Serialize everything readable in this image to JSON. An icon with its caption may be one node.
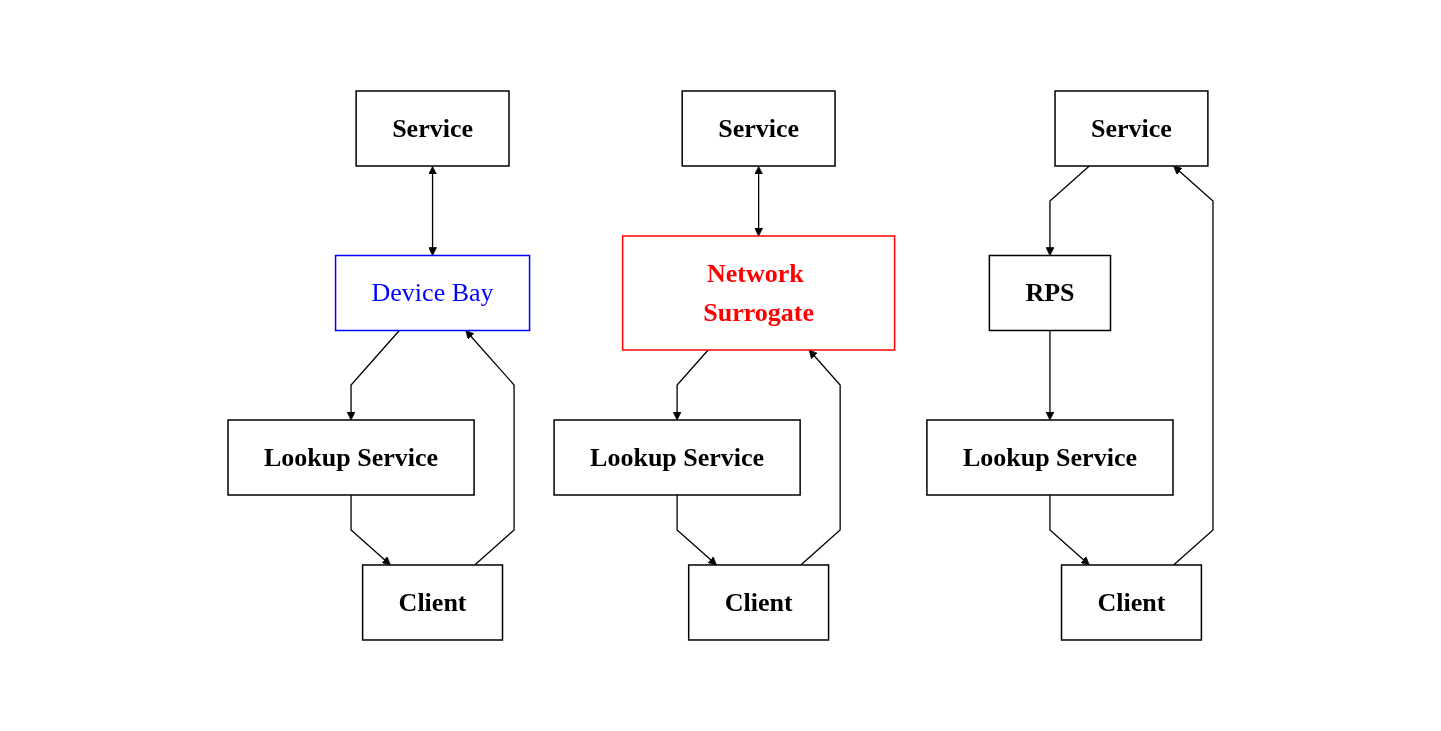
{
  "diagram": {
    "nodes": [
      {
        "text": [
          "Service"
        ]
      },
      {
        "text": [
          "Client"
        ]
      },
      {
        "text": [
          "Device Bay"
        ]
      },
      {
        "text": [
          "Lookup Service"
        ]
      },
      {
        "text": [
          "Service"
        ]
      },
      {
        "text": [
          "Client"
        ]
      },
      {
        "text": [
          "Network Surrogate"
        ]
      },
      {
        "text": [
          "Lookup Service"
        ]
      },
      {
        "text": [
          "Service"
        ]
      },
      {
        "text": [
          "Client"
        ]
      },
      {
        "text": [
          "RPS"
        ]
      },
      {
        "text": [
          "Lookup Service"
        ]
      }
    ],
    "edges": [
      {
        "from": 0,
        "to": 2,
        "arrow": "both"
      },
      {
        "from": 1,
        "to": 2,
        "arrow": "to"
      },
      {
        "from": 2,
        "to": 3,
        "arrow": "to"
      },
      {
        "from": 3,
        "to": 1,
        "arrow": "to"
      },
      {
        "from": 4,
        "to": 6,
        "arrow": "both"
      },
      {
        "from": 5,
        "to": 6,
        "arrow": "to"
      },
      {
        "from": 6,
        "to": 7,
        "arrow": "to"
      },
      {
        "from": 7,
        "to": 5,
        "arrow": "to"
      },
      {
        "from": 9,
        "to": 8,
        "arrow": "to"
      },
      {
        "from": 8,
        "to": 10,
        "arrow": "to"
      },
      {
        "from": 10,
        "to": 11,
        "arrow": "to"
      },
      {
        "from": 11,
        "to": 9,
        "arrow": "to"
      }
    ]
  }
}
